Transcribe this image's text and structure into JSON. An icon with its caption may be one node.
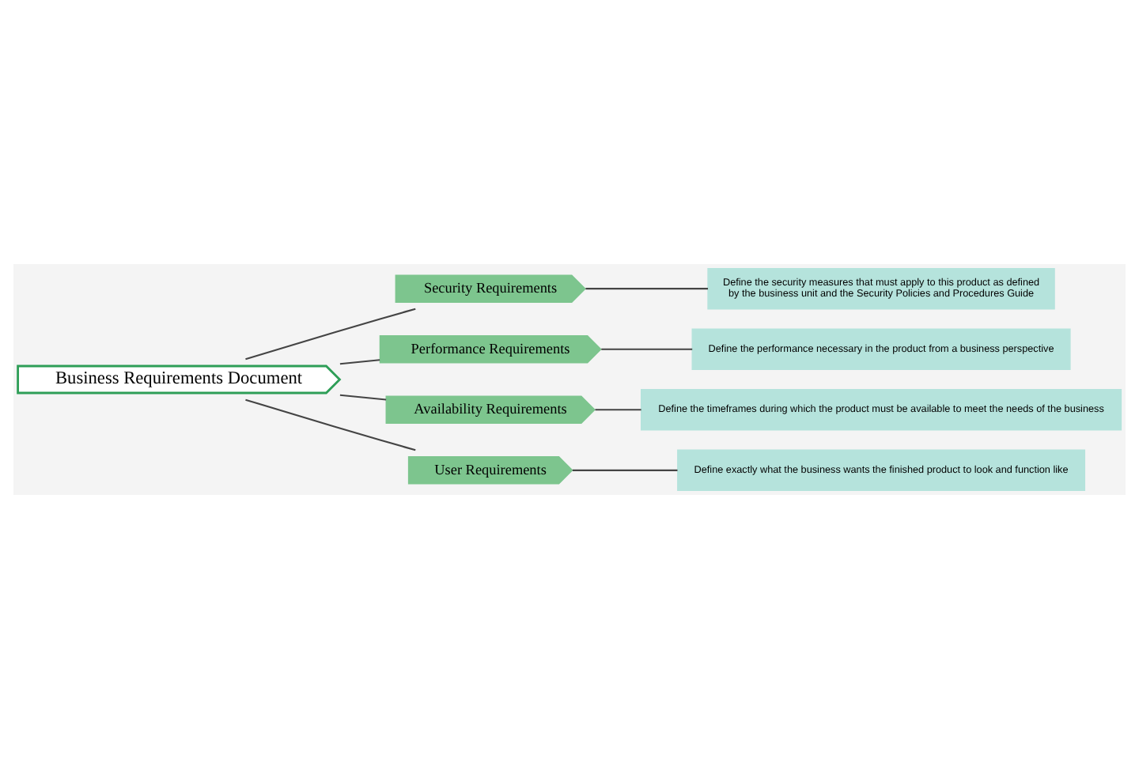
{
  "diagram": {
    "nodes": [
      {
        "text": [
          "Business Requirements Document"
        ]
      },
      {
        "text": [
          "Security Requirements"
        ]
      },
      {
        "text": [
          "Define the security measures that must apply to this product as defined by the business unit and the Security Policies and Procedures Guide"
        ]
      },
      {
        "text": [
          "Performance Requirements"
        ]
      },
      {
        "text": [
          "Define the performance necessary in the product from a business perspective"
        ]
      },
      {
        "text": [
          "Availability Requirements"
        ]
      },
      {
        "text": [
          "Define the timeframes during which the product must be available to meet the needs of the business"
        ]
      },
      {
        "text": [
          "User Requirements"
        ]
      },
      {
        "text": [
          "Define exactly what the business wants the finished product to look and function like"
        ]
      }
    ],
    "edges": [
      {
        "from": 0,
        "to": 1,
        "arrow": "none"
      },
      {
        "from": 1,
        "to": 2,
        "arrow": "none"
      },
      {
        "from": 0,
        "to": 3,
        "arrow": "none"
      },
      {
        "from": 3,
        "to": 4,
        "arrow": "none"
      },
      {
        "from": 0,
        "to": 5,
        "arrow": "none"
      },
      {
        "from": 5,
        "to": 6,
        "arrow": "none"
      },
      {
        "from": 0,
        "to": 7,
        "arrow": "none"
      },
      {
        "from": 7,
        "to": 8,
        "arrow": "none"
      }
    ]
  }
}
